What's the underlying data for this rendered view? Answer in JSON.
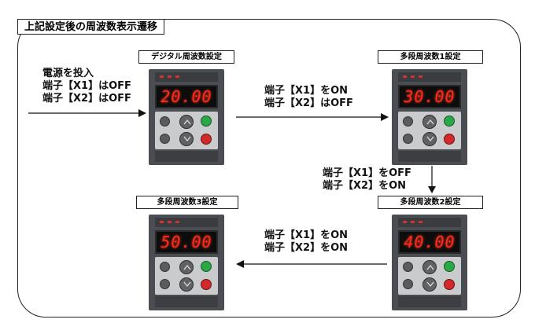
{
  "title": "上記設定後の周波数表示遷移",
  "panels": {
    "digital": {
      "caption": "デジタル周波数設定",
      "display": "20.00"
    },
    "step1": {
      "caption": "多段周波数1設定",
      "display": "30.00"
    },
    "step2": {
      "caption": "多段周波数2設定",
      "display": "40.00"
    },
    "step3": {
      "caption": "多段周波数3設定",
      "display": "50.00"
    }
  },
  "notes": {
    "power_on": [
      "電源を投入",
      "端子【X1】はOFF",
      "端子【X2】はOFF"
    ],
    "to_step1": [
      "端子【X1】をON",
      "端子【X2】はOFF"
    ],
    "to_step2": [
      "端子【X1】をOFF",
      "端子【X2】をON"
    ],
    "to_step3": [
      "端子【X1】をON",
      "端子【X2】をON"
    ]
  }
}
